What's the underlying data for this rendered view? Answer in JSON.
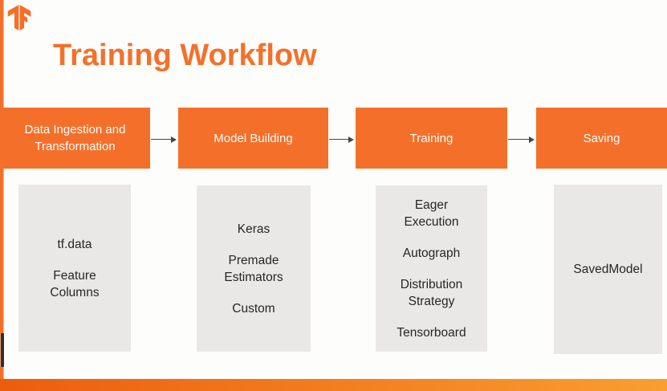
{
  "page": {
    "title": "Training Workflow"
  },
  "colors": {
    "orange": "#F4702A",
    "card_gray": "#E9E8E6",
    "card_text": "#262626",
    "arrow": "#474747",
    "bar_left": "#EC5D0E",
    "bar_right": "#F99E31"
  },
  "logo": {
    "name": "tensorflow-logo"
  },
  "workflow": {
    "stages": [
      {
        "label": "Data Ingestion and Transformation",
        "items": [
          "tf.data",
          "Feature Columns"
        ]
      },
      {
        "label": "Model Building",
        "items": [
          "Keras",
          "Premade Estimators",
          "Custom"
        ]
      },
      {
        "label": "Training",
        "items": [
          "Eager Execution",
          "Autograph",
          "Distribution Strategy",
          "Tensorboard"
        ]
      },
      {
        "label": "Saving",
        "items": [
          "SavedModel"
        ]
      }
    ]
  }
}
